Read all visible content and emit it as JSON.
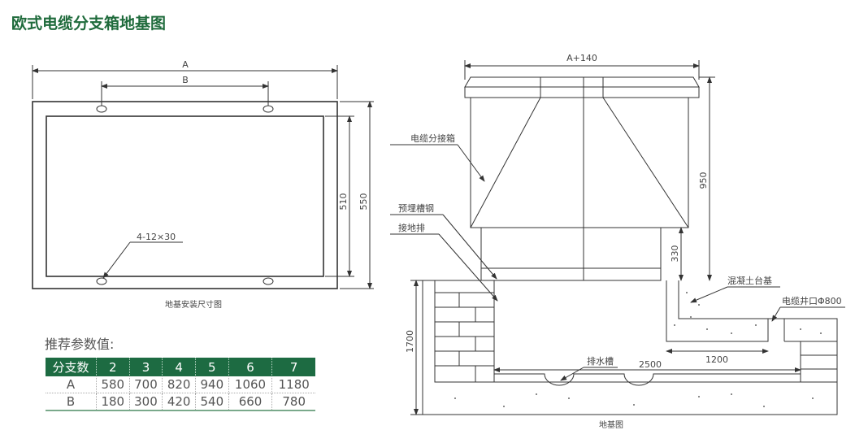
{
  "title": "欧式电缆分支箱地基图",
  "left_drawing": {
    "dim_a": "A",
    "dim_b": "B",
    "dim_510": "510",
    "dim_550": "550",
    "hole_label": "4-12×30",
    "caption": "地基安装尺寸图"
  },
  "right_drawing": {
    "dim_top": "A+140",
    "dim_950": "950",
    "dim_330": "330",
    "dim_1700": "1700",
    "dim_1200": "1200",
    "dim_2500": "2500",
    "label_box": "电缆分接箱",
    "label_channel_steel": "预埋槽钢",
    "label_ground_bar": "接地排",
    "label_concrete": "混凝土台基",
    "label_well": "电缆井口Φ800",
    "label_drain": "排水槽",
    "caption": "地基图"
  },
  "recommended": {
    "title": "推荐参数值:",
    "header": [
      "分支数",
      "2",
      "3",
      "4",
      "5",
      "6",
      "7"
    ],
    "rows": [
      [
        "A",
        "580",
        "700",
        "820",
        "940",
        "1060",
        "1180"
      ],
      [
        "B",
        "180",
        "300",
        "420",
        "540",
        "660",
        "780"
      ]
    ]
  },
  "colors": {
    "accent": "#1d6b42"
  }
}
